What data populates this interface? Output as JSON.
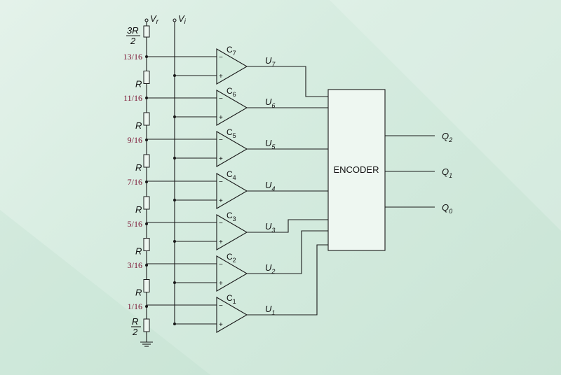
{
  "supply": {
    "vr": "V",
    "vr_sub": "r",
    "vi": "V",
    "vi_sub": "i"
  },
  "top_resistor": {
    "num": "3R",
    "den": "2"
  },
  "bottom_resistor": {
    "num": "R",
    "den": "2"
  },
  "ladder_resistor": "R",
  "levels": [
    "13/16",
    "11/16",
    "9/16",
    "7/16",
    "5/16",
    "3/16",
    "1/16"
  ],
  "comparators": [
    {
      "name": "C",
      "sub": "7",
      "out": "U",
      "out_sub": "7"
    },
    {
      "name": "C",
      "sub": "6",
      "out": "U",
      "out_sub": "6"
    },
    {
      "name": "C",
      "sub": "5",
      "out": "U",
      "out_sub": "5"
    },
    {
      "name": "C",
      "sub": "4",
      "out": "U",
      "out_sub": "4"
    },
    {
      "name": "C",
      "sub": "3",
      "out": "U",
      "out_sub": "3"
    },
    {
      "name": "C",
      "sub": "2",
      "out": "U",
      "out_sub": "2"
    },
    {
      "name": "C",
      "sub": "1",
      "out": "U",
      "out_sub": "1"
    }
  ],
  "encoder": {
    "label": "ENCODER"
  },
  "outputs": [
    {
      "name": "Q",
      "sub": "2"
    },
    {
      "name": "Q",
      "sub": "1"
    },
    {
      "name": "Q",
      "sub": "0"
    }
  ]
}
